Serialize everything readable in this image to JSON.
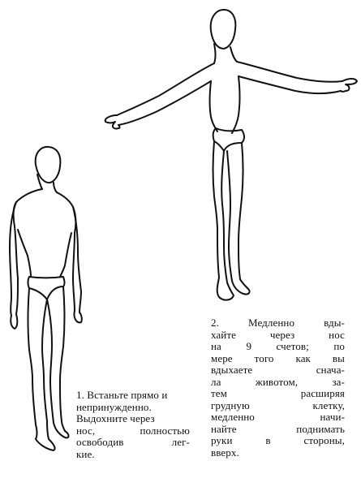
{
  "step1": {
    "lines": [
      "1. Встаньте прямо и",
      "непринужденно.",
      "Выдохните через",
      "нос, полностью",
      "освободив лег-",
      "кие."
    ]
  },
  "step2": {
    "lines": [
      "2. Медленно вды-",
      "хайте через нос",
      "на 9 счетов; по",
      "мере того как вы",
      "вдыхаете снача-",
      "ла животом, за-",
      "тем расширяя",
      "грудную клетку,",
      "медленно начи-",
      "найте поднимать",
      "руки в стороны,",
      "вверх."
    ]
  },
  "style": {
    "ink": "#111111",
    "paper": "#ffffff"
  }
}
